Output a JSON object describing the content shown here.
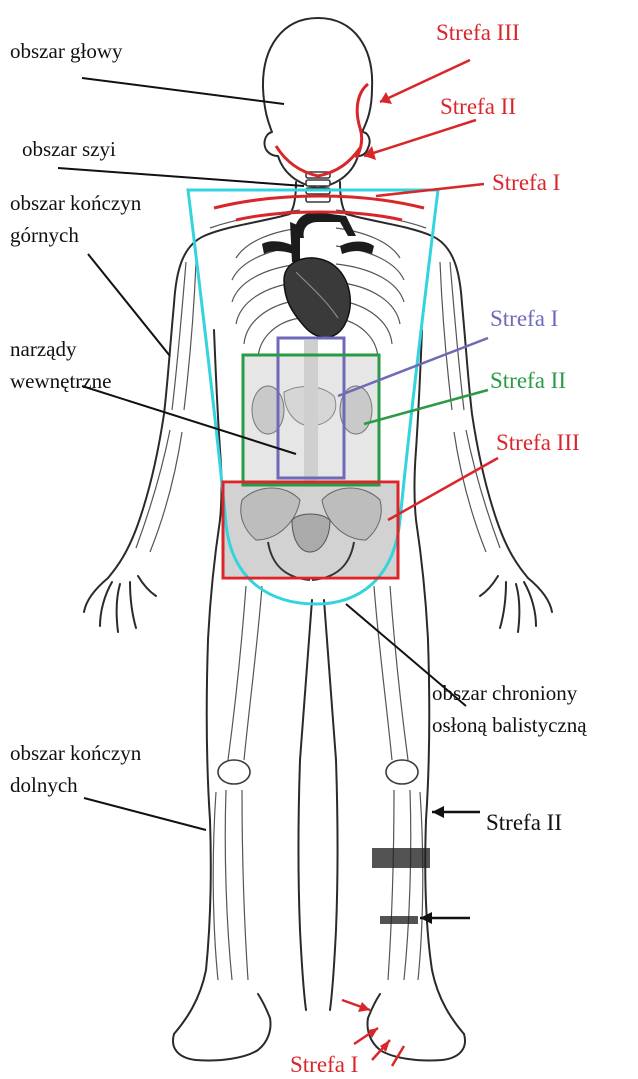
{
  "labels": {
    "head": "obszar głowy",
    "neck": "obszar szyi",
    "upper_limbs_1": "obszar kończyn",
    "upper_limbs_2": "górnych",
    "organs_1": "narządy",
    "organs_2": "wewnętrzne",
    "protected_1": "obszar chroniony",
    "protected_2": "osłoną balistyczną",
    "lower_limbs_1": "obszar kończyn",
    "lower_limbs_2": "dolnych"
  },
  "zones": {
    "head_zone_3": "Strefa III",
    "head_zone_2": "Strefa II",
    "head_zone_1": "Strefa I",
    "organ_zone_1": "Strefa I",
    "organ_zone_2": "Strefa II",
    "organ_zone_3": "Strefa III",
    "leg_zone_2": "Strefa II",
    "foot_zone_1": "Strefa I"
  },
  "colors": {
    "red": "#d9262b",
    "cyan": "#33d4dd",
    "green": "#2a9a46",
    "purple": "#6e6ab8",
    "black": "#111111"
  }
}
